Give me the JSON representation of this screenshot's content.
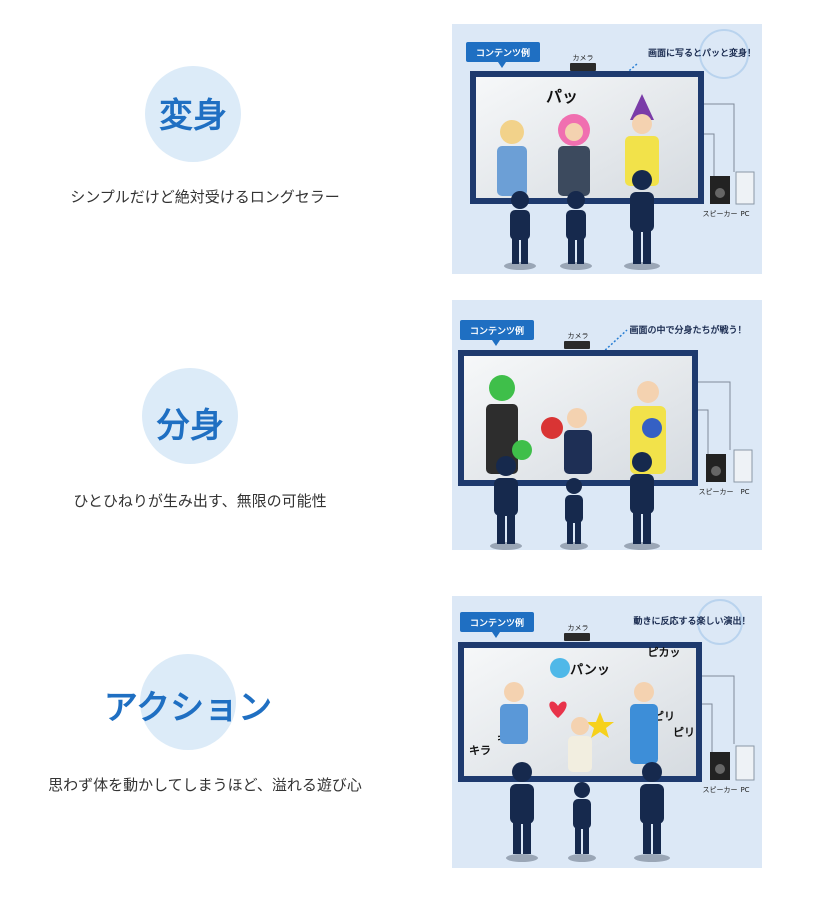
{
  "sections": [
    {
      "title": "変身",
      "description": "シンプルだけど絶対受けるロングセラー",
      "panel": {
        "content_label": "コンテンツ例",
        "camera_label": "カメラ",
        "callout": "画面に写るとパッと変身！",
        "speaker_label": "スピーカー",
        "pc_label": "PC",
        "screen_texts": [
          "パッ"
        ]
      }
    },
    {
      "title": "分身",
      "description": "ひとひねりが生み出す、無限の可能性",
      "panel": {
        "content_label": "コンテンツ例",
        "camera_label": "カメラ",
        "callout": "画面の中で分身たちが戦う！",
        "speaker_label": "スピーカー",
        "pc_label": "PC",
        "screen_texts": []
      }
    },
    {
      "title": "アクション",
      "description": "思わず体を動かしてしまうほど、溢れる遊び心",
      "panel": {
        "content_label": "コンテンツ例",
        "camera_label": "カメラ",
        "callout": "動きに反応する楽しい演出！",
        "speaker_label": "スピーカー",
        "pc_label": "PC",
        "screen_texts": [
          "パンッ",
          "ピカッ",
          "ピリ",
          "ピリ",
          "キラ",
          "キラ"
        ]
      }
    }
  ],
  "colors": {
    "accent": "#1f6fc2",
    "circle": "#dcebf8",
    "panel_bg": "#dce8f6",
    "frame": "#1e3a6e",
    "silhouette": "#16294d"
  }
}
